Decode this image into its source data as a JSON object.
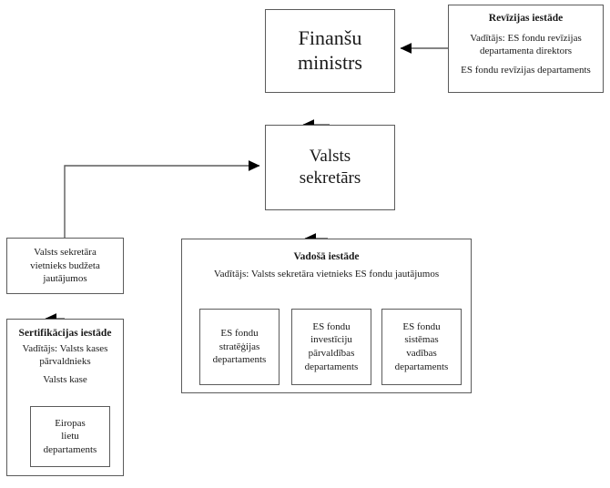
{
  "diagram": {
    "title_lang": "lv",
    "stroke_color": "#5b5b5b",
    "background": "#ffffff",
    "nodes": {
      "ministrs": {
        "line1": "Finanšu",
        "line2": "ministrs"
      },
      "revizija": {
        "title": "Revīzijas iestāde",
        "head_line1": "Vadītājs: ES fondu revīzijas",
        "head_line2": "departamenta direktors",
        "unit": "ES fondu revīzijas departaments"
      },
      "sekretars": {
        "line1": "Valsts",
        "line2": "sekretārs"
      },
      "vietnieks": {
        "line1": "Valsts sekretāra",
        "line2": "vietnieks budžeta",
        "line3": "jautājumos"
      },
      "sertifikacija": {
        "title": "Sertifikācijas iestāde",
        "head_line1": "Vadītājs: Valsts kases",
        "head_line2": "pārvaldnieks",
        "unit": "Valsts kase",
        "inner": {
          "line1": "Eiropas",
          "line2": "lietu",
          "line3": "departaments"
        }
      },
      "vadosa": {
        "title": "Vadošā iestāde",
        "head": "Vadītājs: Valsts sekretāra vietnieks ES fondu jautājumos",
        "departments": [
          {
            "line1": "ES fondu",
            "line2": "stratēģijas",
            "line3": "departaments"
          },
          {
            "line1": "ES fondu",
            "line2": "investīciju",
            "line3": "pārvaldības",
            "line4": "departaments"
          },
          {
            "line1": "ES fondu",
            "line2": "sistēmas",
            "line3": "vadības",
            "line4": "departaments"
          }
        ]
      }
    },
    "connectors": [
      {
        "name": "revizija-to-ministrs",
        "from": "revizija",
        "to": "ministrs",
        "direction": "left"
      },
      {
        "name": "sekretars-to-ministrs",
        "from": "sekretars",
        "to": "ministrs",
        "direction": "up"
      },
      {
        "name": "vadosa-to-sekretars",
        "from": "vadosa",
        "to": "sekretars",
        "direction": "up"
      },
      {
        "name": "vietnieks-to-sekretars",
        "from": "vietnieks",
        "to": "sekretars",
        "direction": "elbow-right"
      },
      {
        "name": "sertifikacija-to-vietnieks",
        "from": "sertifikacija",
        "to": "vietnieks",
        "direction": "up"
      }
    ]
  }
}
